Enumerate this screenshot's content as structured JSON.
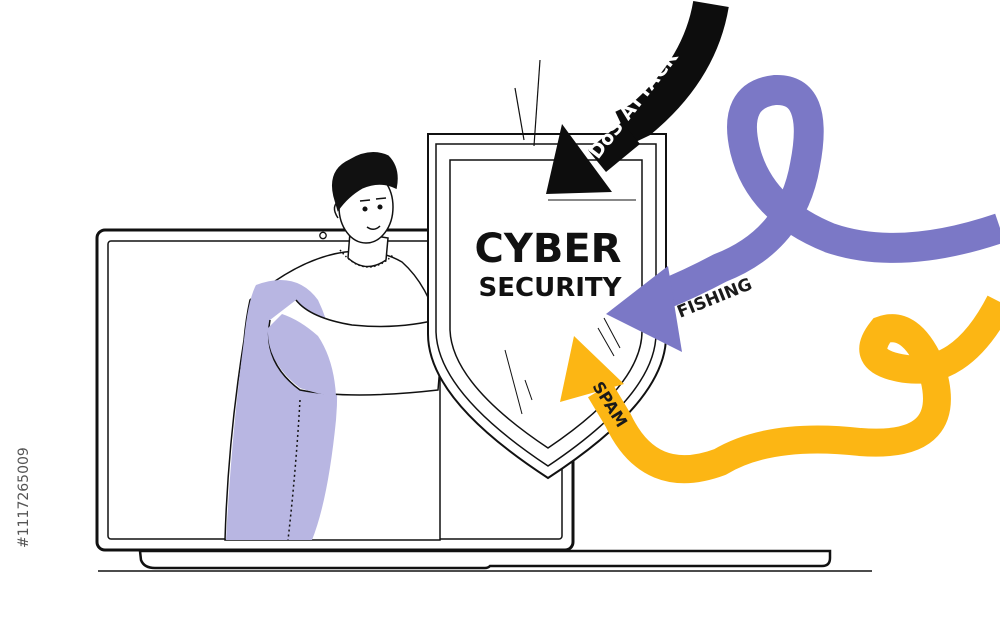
{
  "shield": {
    "line1": "CYBER",
    "line2": "SECURITY"
  },
  "threats": [
    {
      "label": "DoS ATTACK",
      "color": "#0d0d0d",
      "text_color": "#ffffff"
    },
    {
      "label": "FISHING",
      "color": "#7b78c6",
      "text_color": "#1a1a1a"
    },
    {
      "label": "SPAM",
      "color": "#fcb614",
      "text_color": "#1a1a1a"
    }
  ],
  "colors": {
    "outline": "#111111",
    "accent_purple": "#7b78c6",
    "figure_shadow": "#b8b6e2",
    "accent_yellow": "#fcb614",
    "background": "#ffffff"
  },
  "stock_id": "#1117265009"
}
